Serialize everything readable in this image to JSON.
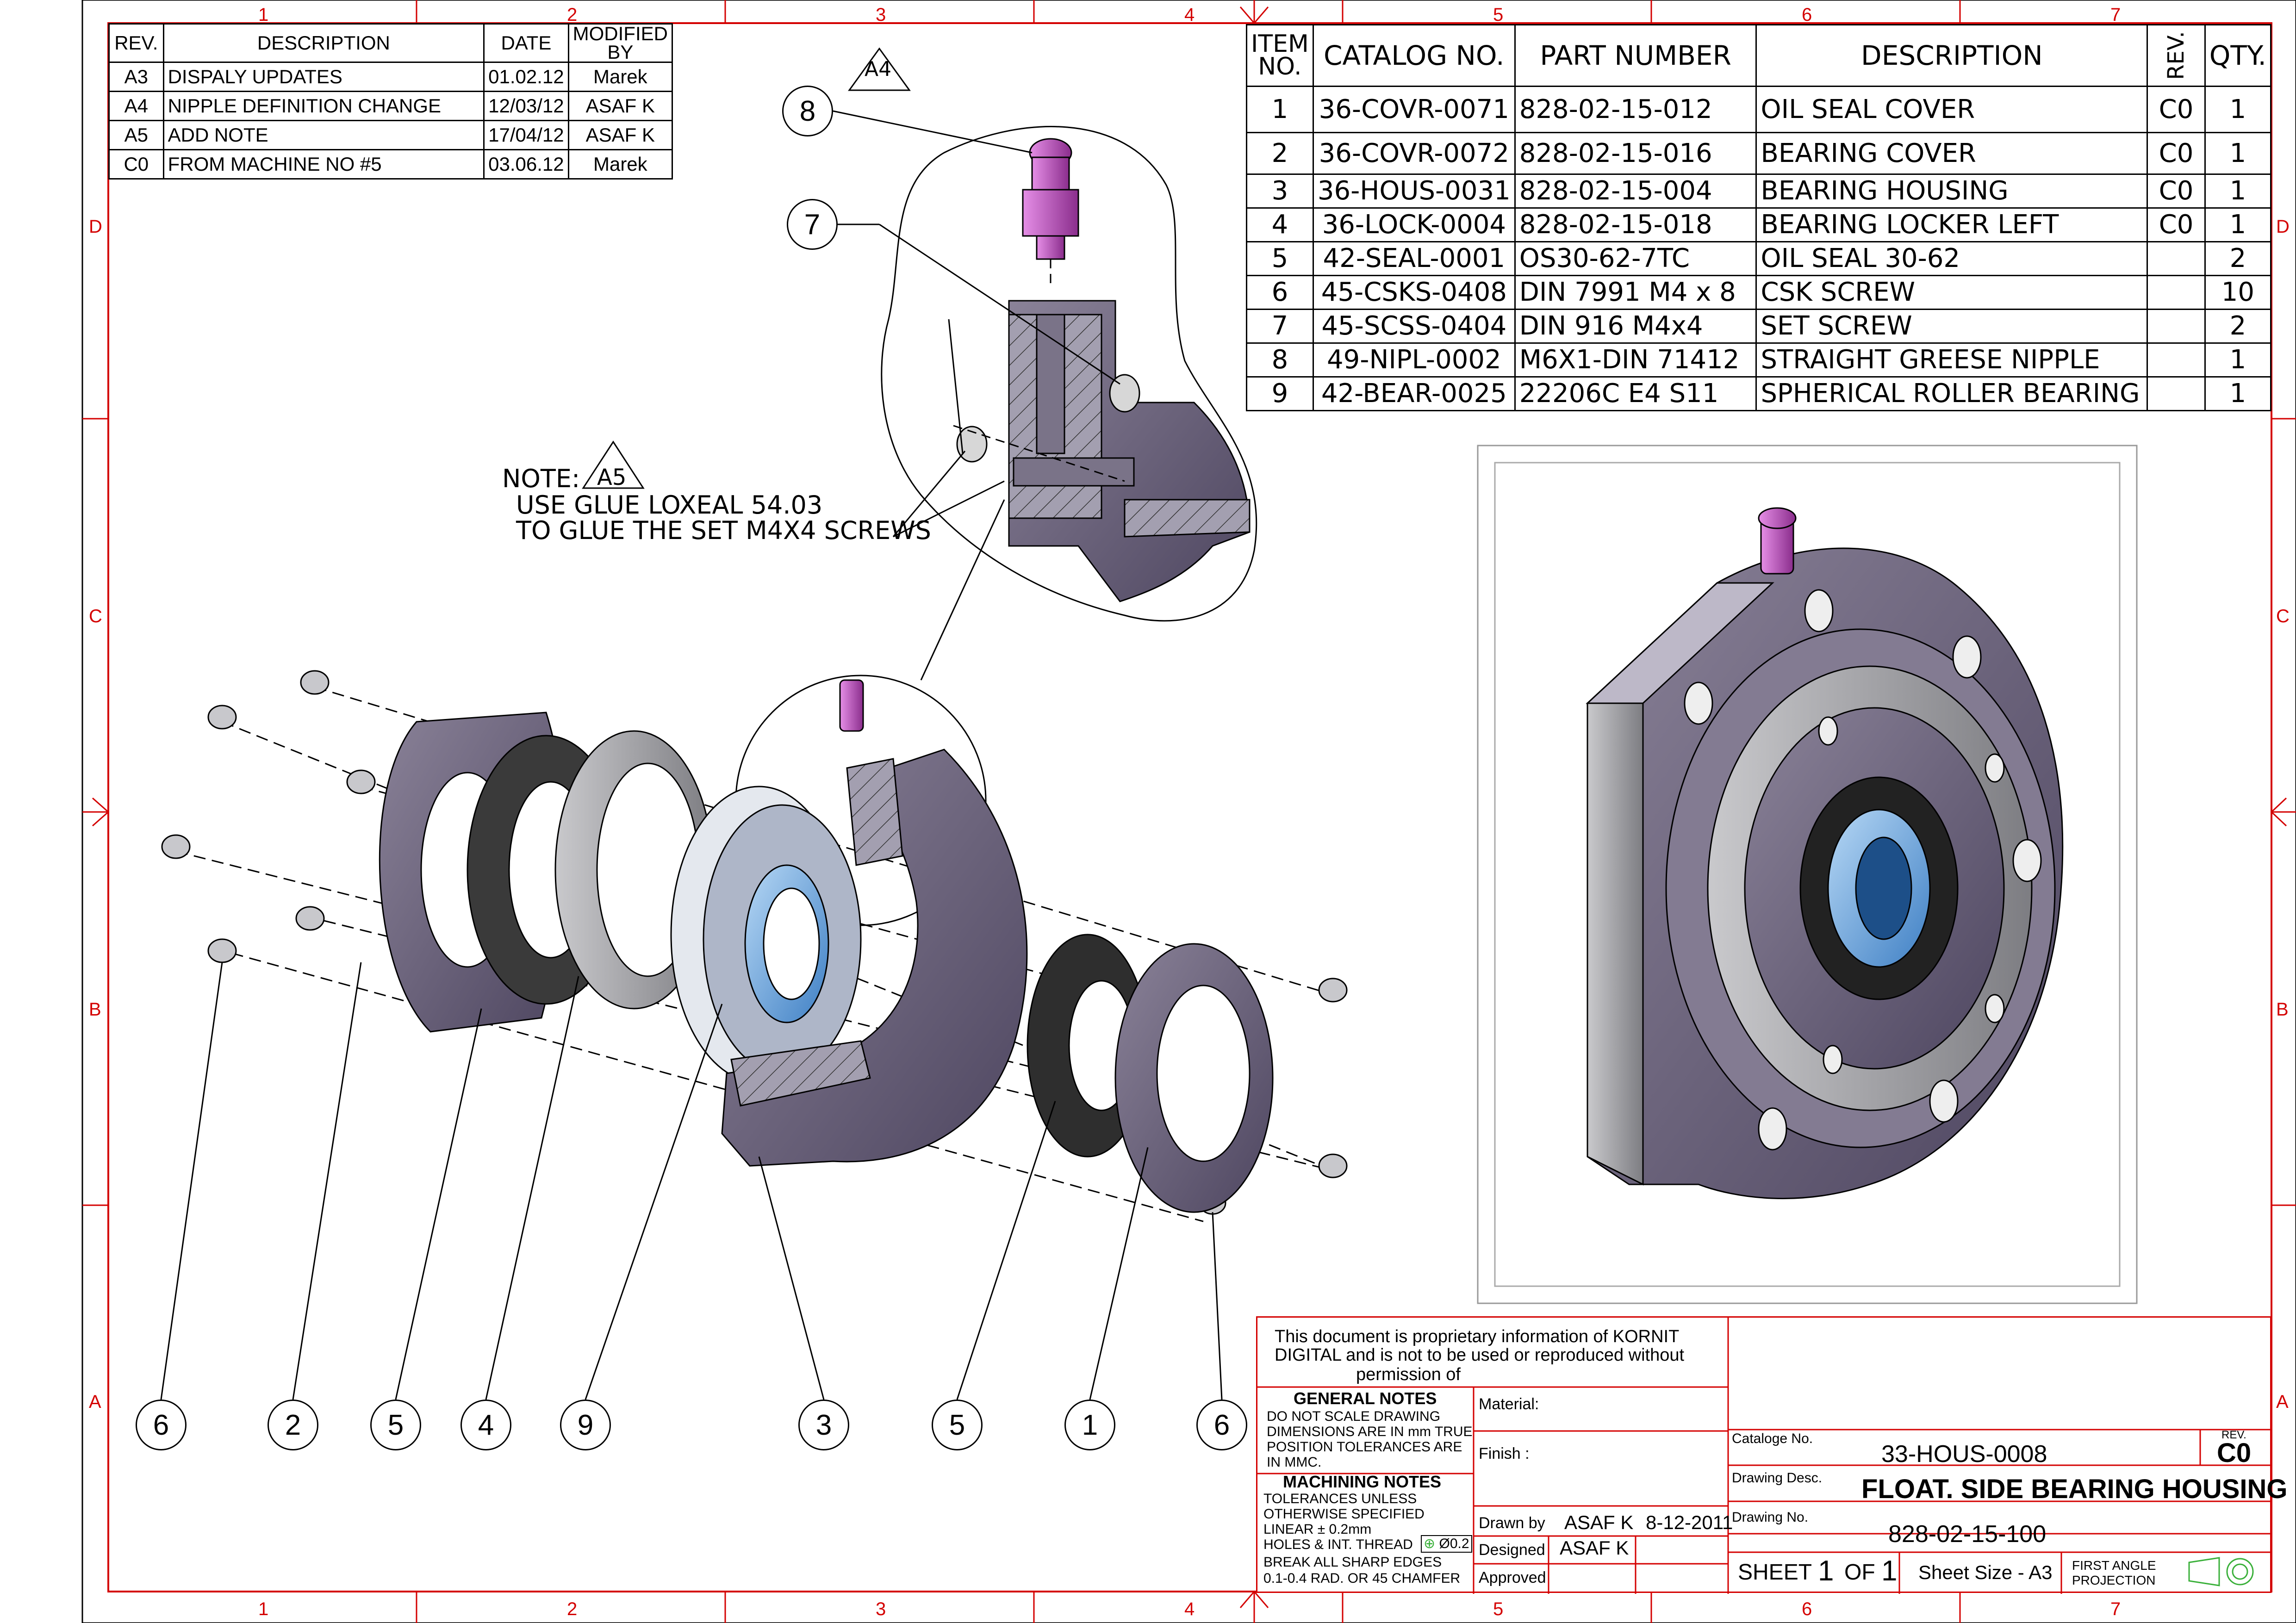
{
  "frame": {
    "col_labels": [
      "1",
      "2",
      "3",
      "4",
      "5",
      "6",
      "7"
    ],
    "row_labels": [
      "D",
      "C",
      "B",
      "A"
    ],
    "accent_color": "#d40000"
  },
  "revisions": {
    "headers": {
      "rev": "REV.",
      "description": "DESCRIPTION",
      "date": "DATE",
      "modified_by": "MODIFIED BY"
    },
    "rows": [
      {
        "rev": "A3",
        "description": "DISPALY UPDATES",
        "date": "01.02.12",
        "by": "Marek"
      },
      {
        "rev": "A4",
        "description": "NIPPLE DEFINITION CHANGE",
        "date": "12/03/12",
        "by": "ASAF K"
      },
      {
        "rev": "A5",
        "description": "ADD NOTE",
        "date": "17/04/12",
        "by": "ASAF K"
      },
      {
        "rev": "C0",
        "description": "FROM MACHINE NO #5",
        "date": "03.06.12",
        "by": "Marek"
      }
    ]
  },
  "bom": {
    "headers": {
      "item": "ITEM NO.",
      "catalog": "CATALOG NO.",
      "part": "PART NUMBER",
      "description": "DESCRIPTION",
      "rev": "REV.",
      "qty": "QTY."
    },
    "rows": [
      {
        "item": "1",
        "catalog": "36-COVR-0071",
        "part": "828-02-15-012",
        "description": "OIL SEAL COVER",
        "rev": "C0",
        "qty": "1"
      },
      {
        "item": "2",
        "catalog": "36-COVR-0072",
        "part": "828-02-15-016",
        "description": "BEARING COVER",
        "rev": "C0",
        "qty": "1"
      },
      {
        "item": "3",
        "catalog": "36-HOUS-0031",
        "part": "828-02-15-004",
        "description": "BEARING HOUSING",
        "rev": "C0",
        "qty": "1"
      },
      {
        "item": "4",
        "catalog": "36-LOCK-0004",
        "part": "828-02-15-018",
        "description": "BEARING LOCKER LEFT",
        "rev": "C0",
        "qty": "1"
      },
      {
        "item": "5",
        "catalog": "42-SEAL-0001",
        "part": "OS30-62-7TC",
        "description": "OIL SEAL 30-62",
        "rev": "",
        "qty": "2"
      },
      {
        "item": "6",
        "catalog": "45-CSKS-0408",
        "part": "DIN 7991 M4 x 8",
        "description": "CSK SCREW",
        "rev": "",
        "qty": "10"
      },
      {
        "item": "7",
        "catalog": "45-SCSS-0404",
        "part": "DIN 916 M4x4",
        "description": "SET SCREW",
        "rev": "",
        "qty": "2"
      },
      {
        "item": "8",
        "catalog": "49-NIPL-0002",
        "part": "M6X1-DIN 71412",
        "description": "STRAIGHT GREESE NIPPLE",
        "rev": "",
        "qty": "1"
      },
      {
        "item": "9",
        "catalog": "42-BEAR-0025",
        "part": "22206C E4 S11",
        "description": "SPHERICAL ROLLER BEARING",
        "rev": "",
        "qty": "1"
      }
    ]
  },
  "callouts": {
    "detail_rev_tag": "A4",
    "note_label": "NOTE:",
    "note_rev_tag": "A5",
    "note_line1": "USE GLUE LOXEAL 54.03",
    "note_line2": "TO GLUE THE SET M4X4 SCREWS",
    "detail_balloons": [
      "8",
      "7"
    ],
    "bottom_balloons": [
      "6",
      "2",
      "5",
      "4",
      "9",
      "3",
      "5",
      "1",
      "6"
    ]
  },
  "title_block": {
    "proprietary_line1": "This document is proprietary information  of KORNIT",
    "proprietary_line2": "DIGITAL and is not to be used or reproduced without",
    "proprietary_line3": "permission of",
    "general_notes_title": "GENERAL NOTES",
    "general_notes": [
      "DO NOT SCALE DRAWING",
      "DIMENSIONS ARE IN mm TRUE",
      "POSITION TOLERANCES ARE",
      "IN MMC."
    ],
    "machining_notes_title": "MACHINING NOTES",
    "machining_notes": [
      "TOLERANCES UNLESS",
      "OTHERWISE SPECIFIED",
      "LINEAR ± 0.2mm",
      "HOLES & INT. THREAD",
      "BREAK ALL SHARP EDGES",
      "0.1-0.4 RAD. OR 45  CHAMFER"
    ],
    "position_tol_value": "Ø0.2",
    "material_label": "Material:",
    "finish_label": "Finish :",
    "drawn_by_label": "Drawn by",
    "drawn_by": "ASAF K",
    "drawn_date": "8-12-2011",
    "designed_label": "Designed",
    "designed_by": "ASAF K",
    "approved_label": "Approved",
    "catalog_label": "Cataloge No.",
    "catalog_no": "33-HOUS-0008",
    "rev_label": "REV.",
    "rev": "C0",
    "desc_label": "Drawing  Desc.",
    "desc": "FLOAT. SIDE BEARING HOUSING",
    "drawing_no_label": "Drawing  No.",
    "drawing_no": "828-02-15-100",
    "sheet_word": "SHEET",
    "sheet_num": "1",
    "of_word": "OF",
    "sheet_total": "1",
    "sheet_size": "Sheet Size - A3",
    "projection_line1": "FIRST ANGLE",
    "projection_line2": "PROJECTION"
  }
}
